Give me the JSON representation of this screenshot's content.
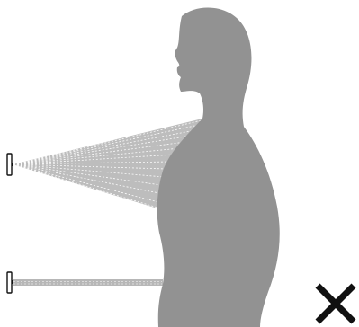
{
  "diagram": {
    "background_color": "#ffffff",
    "person": {
      "silhouette_color": "#929292",
      "pose": "side-profile-facing-left"
    },
    "top_device": {
      "icon": "sensor-device-icon",
      "beam": {
        "style": "wide-fan",
        "color": "#bdbdbd",
        "line_color": "#ffffff",
        "target": "upper-chest"
      }
    },
    "bottom_device": {
      "icon": "sensor-device-icon",
      "beam": {
        "style": "narrow-straight",
        "color": "#b7b7b7",
        "line_color": "#e7e7e7",
        "target": "waist"
      }
    },
    "status_mark": {
      "icon": "x-icon",
      "color": "#111111",
      "meaning": "incorrect"
    }
  }
}
